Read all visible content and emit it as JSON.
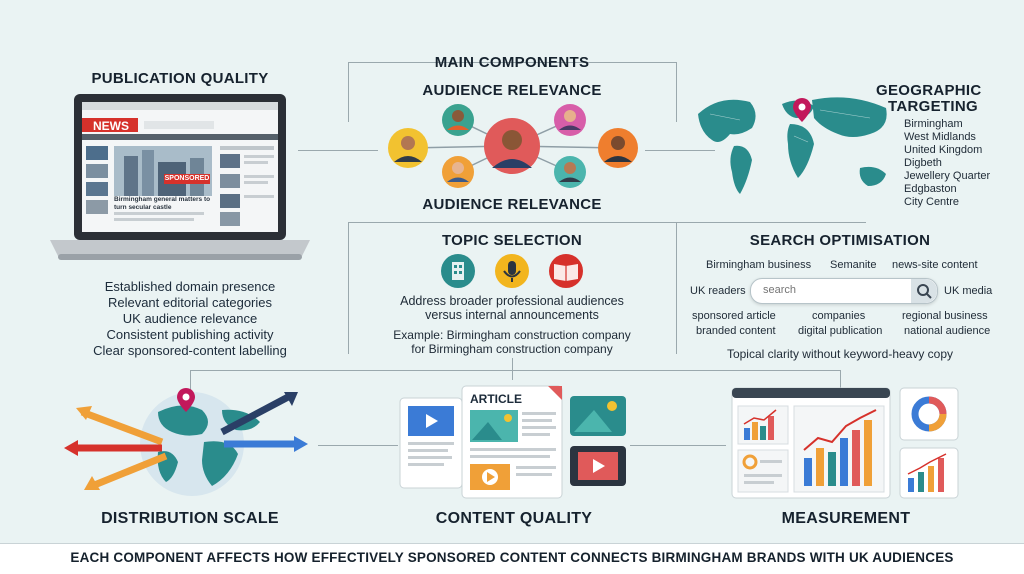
{
  "publication": {
    "title": "PUBLICATION QUALITY",
    "news_label": "NEWS",
    "sponsored_label": "SPONSORED",
    "headline": "Birmingham general matters to turn secular castle",
    "bullets": [
      "Established domain presence",
      "Relevant editorial categories",
      "UK audience relevance",
      "Consistent publishing activity",
      "Clear sponsored-content labelling"
    ]
  },
  "main": {
    "title": "MAIN COMPONENTS",
    "audience_top": "AUDIENCE RELEVANCE",
    "audience_bottom": "AUDIENCE RELEVANCE"
  },
  "geo": {
    "title_line1": "GEOGRAPHIC",
    "title_line2": "TARGETING",
    "places": [
      "Birmingham",
      "West Midlands",
      "United Kingdom",
      "Digbeth",
      "Jewellery Quarter",
      "Edgbaston",
      "City Centre"
    ]
  },
  "topic": {
    "title": "TOPIC SELECTION",
    "line1": "Address broader professional audiences",
    "line2": "versus internal announcements",
    "example1": "Example: Birmingham construction company",
    "example2": "for Birmingham construction company"
  },
  "search": {
    "title": "SEARCH OPTIMISATION",
    "kw_birmingham_business": "Birmingham business",
    "kw_semanite": "Semanite",
    "kw_news_site": "news-site content",
    "kw_uk_readers": "UK readers",
    "placeholder": "search",
    "kw_uk_media": "UK media",
    "kw_sponsored_article": "sponsored article",
    "kw_companies": "companies",
    "kw_regional_business": "regional business",
    "kw_branded_content": "branded content",
    "kw_digital_publication": "digital publication",
    "kw_national_audience": "national audience",
    "tagline": "Topical clarity without keyword-heavy copy"
  },
  "distribution": {
    "title": "DISTRIBUTION SCALE"
  },
  "content": {
    "title": "CONTENT QUALITY",
    "article_label": "ARTICLE"
  },
  "measurement": {
    "title": "MEASUREMENT"
  },
  "footer": {
    "text": "EACH COMPONENT AFFECTS HOW EFFECTIVELY SPONSORED CONTENT CONNECTS BIRMINGHAM BRANDS WITH UK AUDIENCES"
  },
  "colors": {
    "accent_red": "#d6312b",
    "accent_blue": "#3b7bd6",
    "teal": "#2a8c8c"
  }
}
